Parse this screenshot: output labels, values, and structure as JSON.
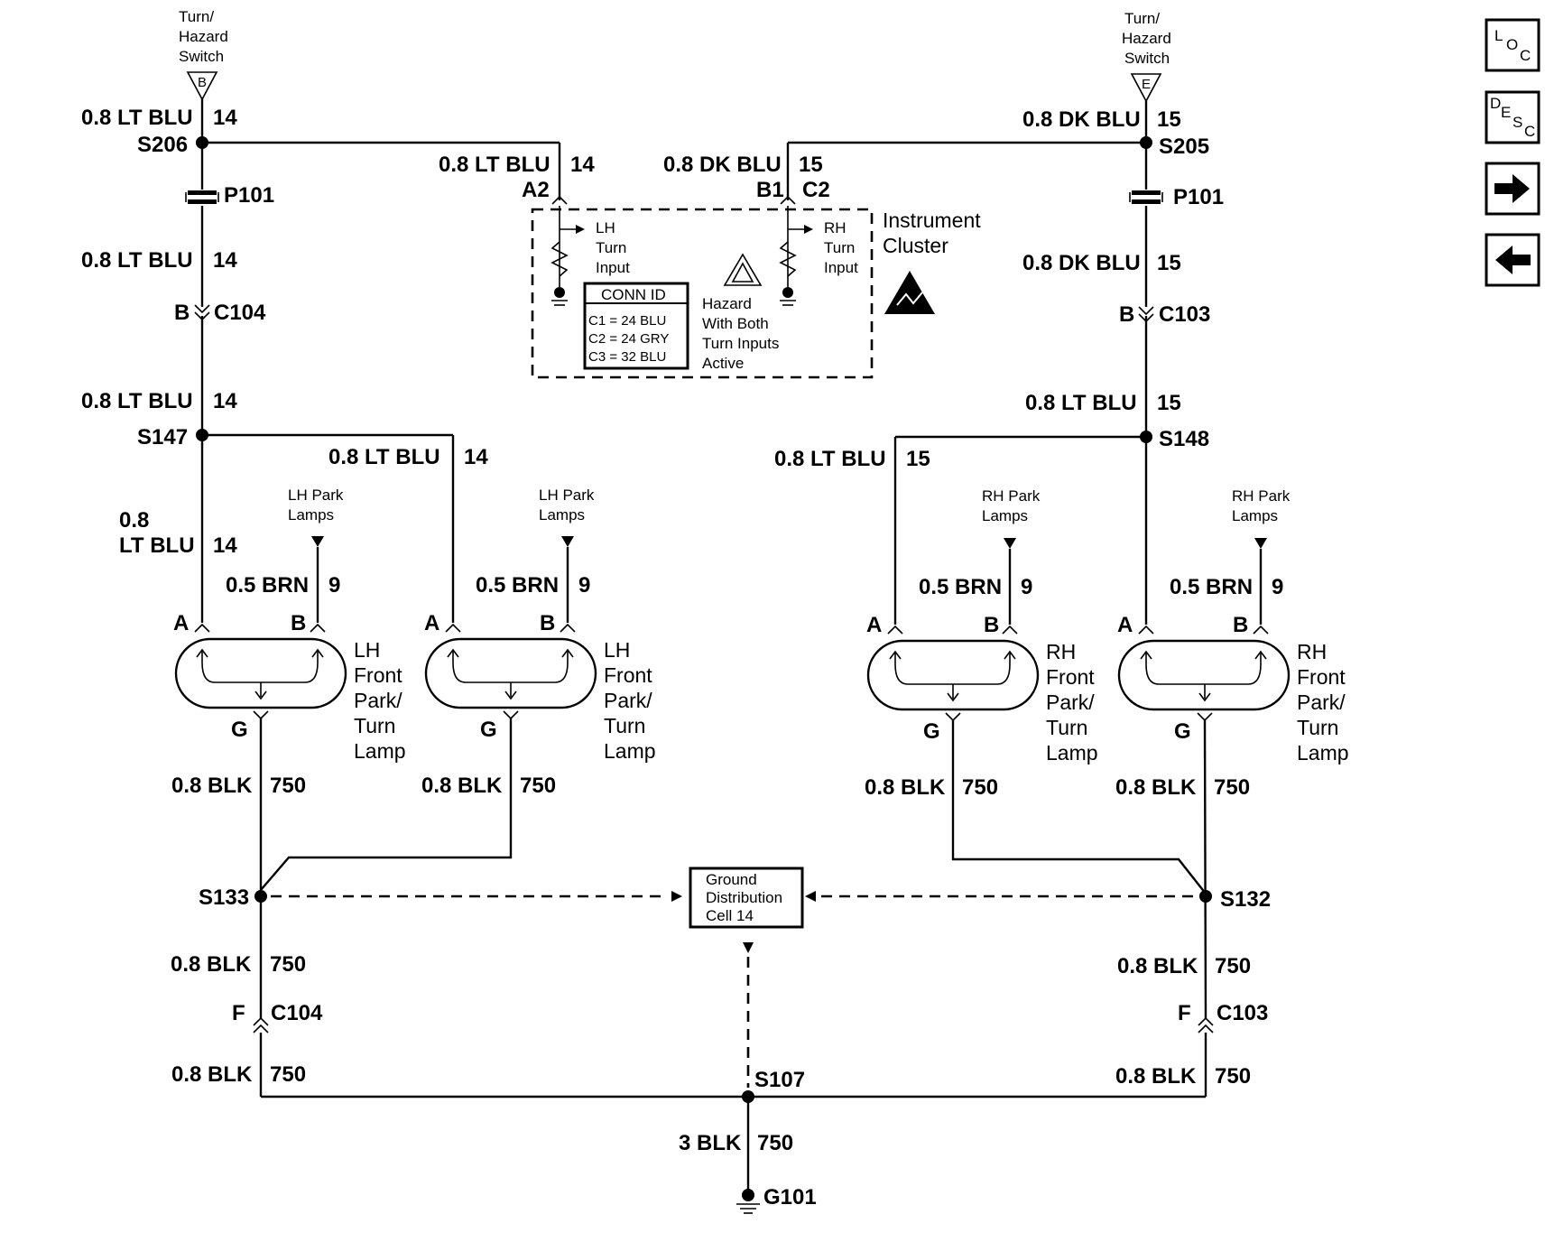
{
  "switch_left": {
    "line1": "Turn/",
    "line2": "Hazard",
    "line3": "Switch",
    "pin": "B"
  },
  "switch_right": {
    "line1": "Turn/",
    "line2": "Hazard",
    "line3": "Switch",
    "pin": "E"
  },
  "nav": {
    "loc": [
      "L",
      "O",
      "C"
    ],
    "desc": [
      "D",
      "E",
      "S",
      "C"
    ]
  },
  "wires": {
    "lt_blu": "0.8 LT BLU",
    "dk_blu": "0.8 DK BLU",
    "lt_blu_a": "0.8",
    "lt_blu_b": "LT BLU",
    "brn": "0.5 BRN",
    "blk": "0.8 BLK",
    "blk3": "3 BLK",
    "c14": "14",
    "c15": "15",
    "c9": "9",
    "c750": "750"
  },
  "splices": {
    "s206": "S206",
    "s205": "S205",
    "s147": "S147",
    "s148": "S148",
    "s133": "S133",
    "s132": "S132",
    "s107": "S107"
  },
  "connectors": {
    "p101": "P101",
    "c104": "C104",
    "c103": "C103",
    "g101": "G101"
  },
  "pins": {
    "a": "A",
    "b": "B",
    "g": "G",
    "f": "F",
    "a2": "A2",
    "b1": "B1",
    "c2": "C2"
  },
  "cluster": {
    "title1": "Instrument",
    "title2": "Cluster",
    "lh1": "LH",
    "lh2": "Turn",
    "lh3": "Input",
    "rh1": "RH",
    "rh2": "Turn",
    "rh3": "Input",
    "conn_title": "CONN ID",
    "conn1": "C1 = 24 BLU",
    "conn2": "C2 = 24 GRY",
    "conn3": "C3 = 32 BLU",
    "hz1": "Hazard",
    "hz2": "With Both",
    "hz3": "Turn Inputs",
    "hz4": "Active"
  },
  "park_lh": {
    "l1": "LH Park",
    "l2": "Lamps"
  },
  "park_rh": {
    "l1": "RH Park",
    "l2": "Lamps"
  },
  "lamp_lh": [
    "LH",
    "Front",
    "Park/",
    "Turn",
    "Lamp"
  ],
  "lamp_rh": [
    "RH",
    "Front",
    "Park/",
    "Turn",
    "Lamp"
  ],
  "ground_cell": [
    "Ground",
    "Distribution",
    "Cell 14"
  ]
}
